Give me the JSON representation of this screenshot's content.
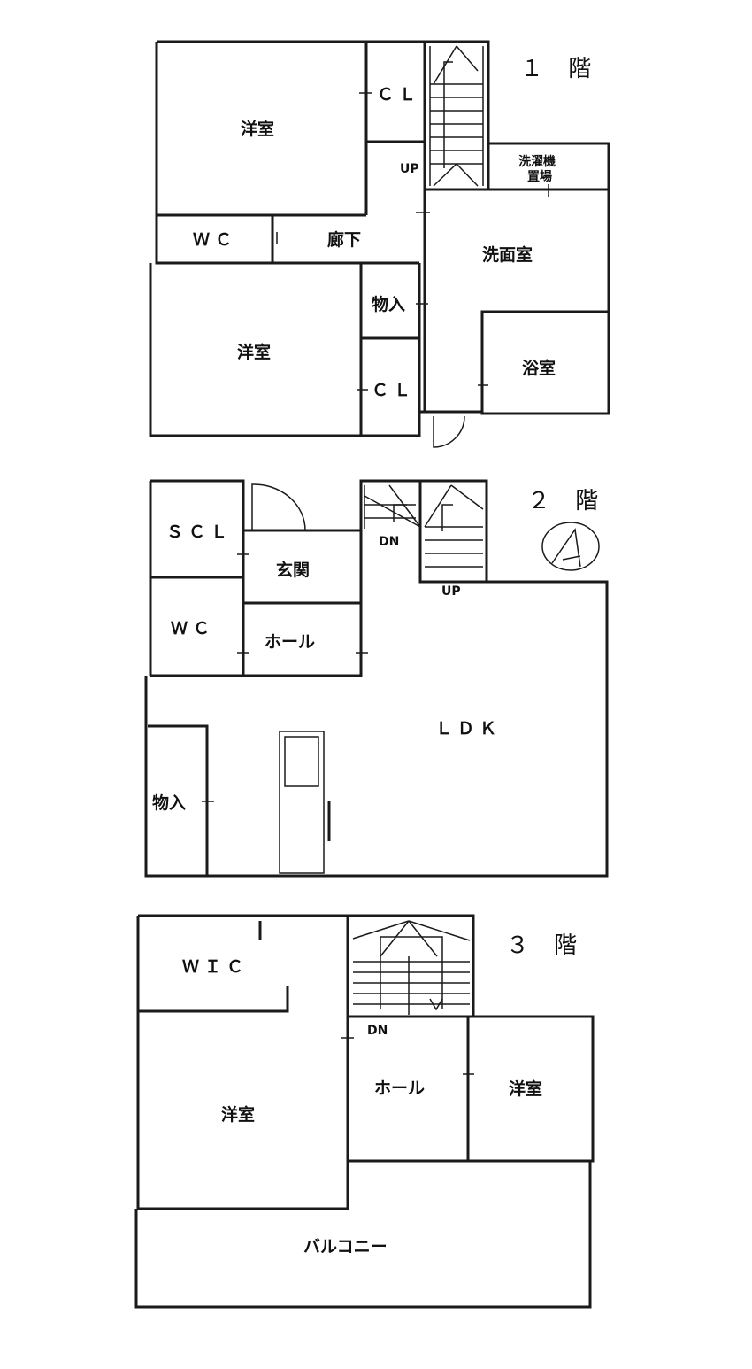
{
  "floors": {
    "f1": {
      "label": "１ 階",
      "rooms": {
        "yoshitsu_top": "洋室",
        "cl_top": "ＣＬ",
        "wc": "ＷＣ",
        "rouka": "廊下",
        "sentakuki": "洗濯機\n置場",
        "senmen": "洗面室",
        "monoire": "物入",
        "yoshitsu_bottom": "洋室",
        "cl_bottom": "ＣＬ",
        "yokushitsu": "浴室"
      },
      "marks": {
        "up": "UP"
      }
    },
    "f2": {
      "label": "２ 階",
      "rooms": {
        "scl": "ＳＣＬ",
        "genkan": "玄関",
        "wc": "ＷＣ",
        "hall": "ホール",
        "ldk": "ＬＤＫ",
        "monoire": "物入"
      },
      "marks": {
        "dn": "DN",
        "up": "UP"
      }
    },
    "f3": {
      "label": "３ 階",
      "rooms": {
        "wic": "ＷＩＣ",
        "yoshitsu_left": "洋室",
        "hall": "ホール",
        "yoshitsu_right": "洋室",
        "balcony": "バルコニー"
      },
      "marks": {
        "dn": "DN"
      }
    }
  },
  "compass": {
    "icon": "north-arrow-icon"
  }
}
